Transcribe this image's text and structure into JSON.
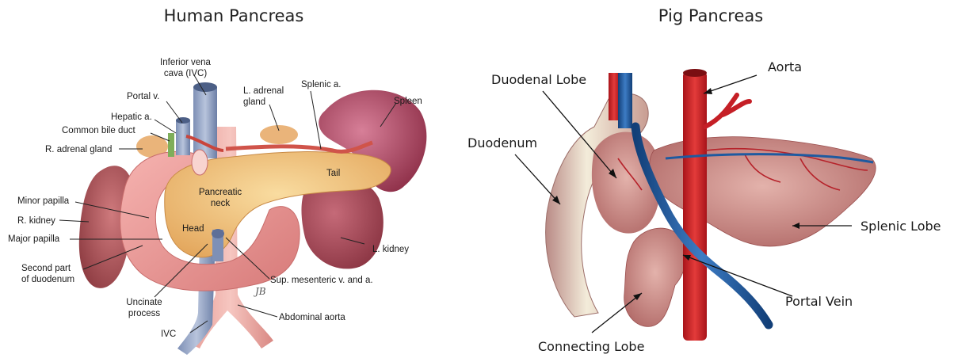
{
  "human": {
    "title": "Human Pancreas",
    "labels": {
      "ivc_top": [
        "Inferior vena",
        "cava (IVC)"
      ],
      "portal_v": "Portal v.",
      "hepatic_a": "Hepatic a.",
      "common_bile": "Common bile duct",
      "r_adrenal": "R. adrenal gland",
      "l_adrenal": [
        "L. adrenal",
        "gland"
      ],
      "splenic_a": "Splenic a.",
      "spleen": "Spleen",
      "tail": "Tail",
      "pancreatic_neck": [
        "Pancreatic",
        "neck"
      ],
      "head": "Head",
      "minor_papilla": "Minor papilla",
      "r_kidney": "R. kidney",
      "major_papilla": "Major papilla",
      "second_part": [
        "Second part",
        "of duodenum"
      ],
      "uncinate": [
        "Uncinate",
        "process"
      ],
      "ivc_bottom": "IVC",
      "sup_mesenteric": "Sup. mesenteric v. and a.",
      "l_kidney": "L. kidney",
      "abdominal_aorta": "Abdominal aorta",
      "signature": "JB"
    }
  },
  "pig": {
    "title": "Pig Pancreas",
    "labels": {
      "aorta": "Aorta",
      "duodenal_lobe": "Duodenal Lobe",
      "duodenum": "Duodenum",
      "splenic_lobe": "Splenic Lobe",
      "portal_vein": "Portal Vein",
      "connecting_lobe": "Connecting Lobe"
    }
  },
  "colors": {
    "pancreas": "#f2c77e",
    "duodenum": "#e8918f",
    "spleen": "#a8405a",
    "kidney": "#b8555e",
    "vein_blue": "#5f78a8",
    "artery_red": "#cc3a2f",
    "pig_tissue": "#c98b86",
    "pig_vessel_red": "#d8262a",
    "pig_vessel_blue": "#1e5aa0"
  }
}
